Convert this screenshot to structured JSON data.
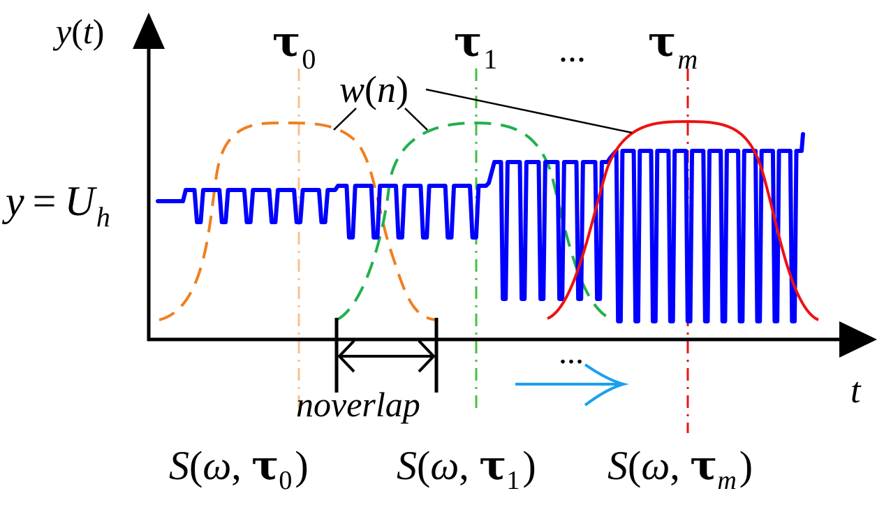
{
  "labels": {
    "y_axis_name": "y",
    "y_axis_arg": "t",
    "x_axis": "t",
    "level_lhs": "y",
    "level_eq": "=",
    "level_var": "U",
    "level_sub": "h",
    "window_name": "w",
    "window_arg": "n",
    "overlap": "noverlap",
    "ellipsis_top": "...",
    "ellipsis_mid": "..."
  },
  "markers": [
    {
      "symbol": "τ",
      "subscript": "0",
      "color": "#f8c090"
    },
    {
      "symbol": "τ",
      "subscript": "1",
      "color": "#44c044"
    },
    {
      "symbol": "τ",
      "subscript": "m",
      "color": "#ee1111"
    }
  ],
  "spectra": [
    {
      "func": "S",
      "omega": "ω",
      "tau": "τ",
      "subscript": "0"
    },
    {
      "func": "S",
      "omega": "ω",
      "tau": "τ",
      "subscript": "1"
    },
    {
      "func": "S",
      "omega": "ω",
      "tau": "τ",
      "subscript": "m"
    }
  ],
  "colors": {
    "axis": "#000000",
    "signal": "#0000ff",
    "window_0": "#f07f1e",
    "window_1": "#22b04a",
    "window_m": "#ee1111",
    "arrow": "#1aa0ee"
  }
}
